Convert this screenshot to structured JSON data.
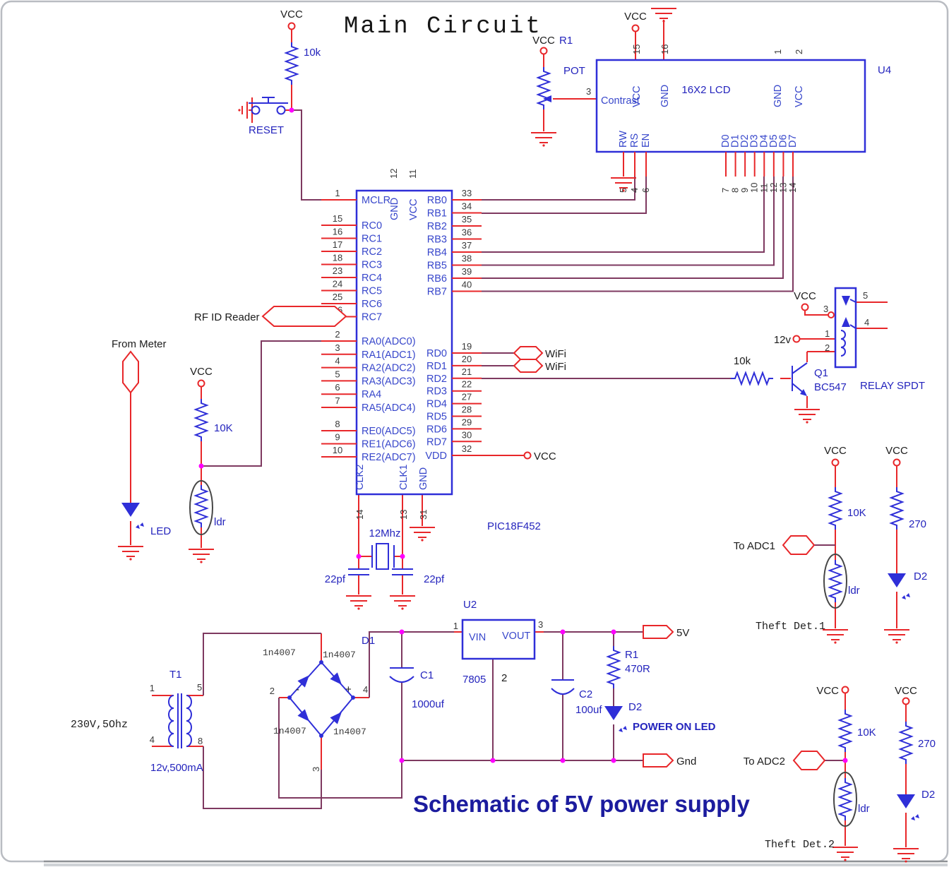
{
  "title": "Main Circuit",
  "colors": {
    "wire_red": "#e8272a",
    "wire_bus": "#7e3960",
    "component_blue": "#2f2fd8",
    "label_blue": "#2424bd",
    "junction_magenta": "#ff00ff"
  },
  "reset": {
    "vcc": "VCC",
    "r": "10k",
    "label": "RESET"
  },
  "pot": {
    "vcc": "VCC",
    "ref": "R1",
    "type": "POT",
    "pin": "3"
  },
  "lcd": {
    "ref": "U4",
    "name": "16X2 LCD",
    "contrast": "Contrast",
    "top_pins": [
      {
        "name": "VCC",
        "num": "15"
      },
      {
        "name": "GND",
        "num": "16"
      },
      {
        "name": "GND",
        "num": "1"
      },
      {
        "name": "VCC",
        "num": "2"
      }
    ],
    "bottom_pins": [
      {
        "name": "RW",
        "num": "5"
      },
      {
        "name": "RS",
        "num": "4"
      },
      {
        "name": "EN",
        "num": "6"
      },
      {
        "name": "D0",
        "num": "7"
      },
      {
        "name": "D1",
        "num": "8"
      },
      {
        "name": "D2",
        "num": "9"
      },
      {
        "name": "D3",
        "num": "10"
      },
      {
        "name": "D4",
        "num": "11"
      },
      {
        "name": "D5",
        "num": "12"
      },
      {
        "name": "D6",
        "num": "13"
      },
      {
        "name": "D7",
        "num": "14"
      }
    ]
  },
  "pic": {
    "part": "PIC18F452",
    "vdd_net": "VCC",
    "top_pins": [
      {
        "name": "GND",
        "num": "12"
      },
      {
        "name": "VCC",
        "num": "11"
      }
    ],
    "bottom_pins": [
      {
        "name": "CLK2",
        "num": "14"
      },
      {
        "name": "CLK1",
        "num": "13"
      },
      {
        "name": "GND",
        "num": "31"
      }
    ],
    "left_pins": [
      {
        "name": "MCLR",
        "num": "1"
      },
      {
        "name": "RC0",
        "num": "15"
      },
      {
        "name": "RC1",
        "num": "16"
      },
      {
        "name": "RC2",
        "num": "17"
      },
      {
        "name": "RC3",
        "num": "18"
      },
      {
        "name": "RC4",
        "num": "23"
      },
      {
        "name": "RC5",
        "num": "24"
      },
      {
        "name": "RC6",
        "num": "25"
      },
      {
        "name": "RC7",
        "num": "26"
      },
      {
        "name": "RA0(ADC0)",
        "num": "2"
      },
      {
        "name": "RA1(ADC1)",
        "num": "3"
      },
      {
        "name": "RA2(ADC2)",
        "num": "4"
      },
      {
        "name": "RA3(ADC3)",
        "num": "5"
      },
      {
        "name": "RA4",
        "num": "6"
      },
      {
        "name": "RA5(ADC4)",
        "num": "7"
      },
      {
        "name": "RE0(ADC5)",
        "num": "8"
      },
      {
        "name": "RE1(ADC6)",
        "num": "9"
      },
      {
        "name": "RE2(ADC7)",
        "num": "10"
      }
    ],
    "right_pins": [
      {
        "name": "RB0",
        "num": "33"
      },
      {
        "name": "RB1",
        "num": "34"
      },
      {
        "name": "RB2",
        "num": "35"
      },
      {
        "name": "RB3",
        "num": "36"
      },
      {
        "name": "RB4",
        "num": "37"
      },
      {
        "name": "RB5",
        "num": "38"
      },
      {
        "name": "RB6",
        "num": "39"
      },
      {
        "name": "RB7",
        "num": "40"
      },
      {
        "name": "RD0",
        "num": "19"
      },
      {
        "name": "RD1",
        "num": "20"
      },
      {
        "name": "RD2",
        "num": "21"
      },
      {
        "name": "RD3",
        "num": "22"
      },
      {
        "name": "RD4",
        "num": "27"
      },
      {
        "name": "RD5",
        "num": "28"
      },
      {
        "name": "RD6",
        "num": "29"
      },
      {
        "name": "RD7",
        "num": "30"
      },
      {
        "name": "VDD",
        "num": "32"
      }
    ]
  },
  "connectors": {
    "rfid": "RF ID Reader",
    "from_meter": "From Meter",
    "wifi1": "WiFi",
    "wifi2": "WiFi",
    "to_adc1": "To ADC1",
    "to_adc2": "To ADC2",
    "out_5v": "5V",
    "out_gnd": "Gnd"
  },
  "meter": {
    "vcc": "VCC",
    "r": "10K",
    "ldr": "ldr",
    "led": "LED"
  },
  "crystal": {
    "freq": "12Mhz",
    "c_left": "22pf",
    "c_right": "22pf"
  },
  "relay": {
    "vcc": "VCC",
    "v12": "12v",
    "rb": "10k",
    "q_ref": "Q1",
    "q_part": "BC547",
    "label": "RELAY SPDT",
    "p3": "3",
    "p5": "5",
    "p4": "4",
    "p1": "1",
    "p2": "2"
  },
  "theft1": {
    "vcc_a": "VCC",
    "vcc_b": "VCC",
    "r1": "10K",
    "r2": "270",
    "ldr": "ldr",
    "led": "D2",
    "label": "Theft Det.1"
  },
  "theft2": {
    "vcc_a": "VCC",
    "vcc_b": "VCC",
    "r1": "10K",
    "r2": "270",
    "ldr": "ldr",
    "led": "D2",
    "label": "Theft Det.2"
  },
  "psu": {
    "mains": "230V,5Ohz",
    "t_ref": "T1",
    "secondary": "12v,500mA",
    "t_p1": "1",
    "t_p5": "5",
    "t_p4": "4",
    "t_p8": "8",
    "d_tl": "1n4007",
    "d_tr": "1n4007",
    "d_bl": "1n4007",
    "d_br": "1n4007",
    "d1": "D1",
    "plus": "+",
    "minus": "-",
    "n2": "2",
    "n4": "4",
    "n3": "3",
    "c1_ref": "C1",
    "c1_val": "1000uf",
    "u2_ref": "U2",
    "u2_part": "7805",
    "vin": "VIN",
    "vout": "VOUT",
    "u2_p1": "1",
    "u2_p3": "3",
    "u2_p2": "2",
    "c2_ref": "C2",
    "c2_val": "100uf",
    "r1_ref": "R1",
    "r1_val": "470R",
    "d2_ref": "D2",
    "d2_label": "POWER ON LED",
    "caption": "Schematic of 5V power supply"
  }
}
